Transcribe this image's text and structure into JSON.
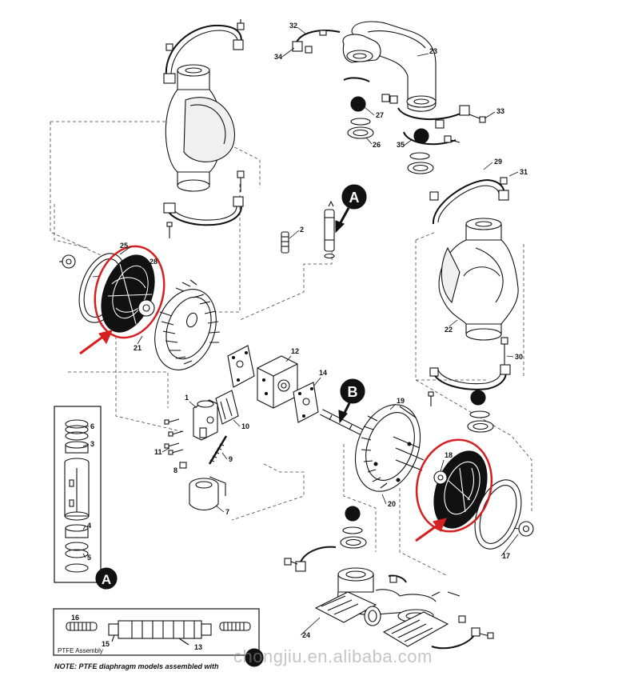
{
  "part_numbers": [
    "1",
    "2",
    "3",
    "4",
    "5",
    "6",
    "7",
    "8",
    "9",
    "10",
    "11",
    "12",
    "13",
    "14",
    "15",
    "16",
    "17",
    "18",
    "19",
    "20",
    "21",
    "22",
    "23",
    "24",
    "25",
    "26",
    "27",
    "28",
    "29",
    "30",
    "31",
    "32",
    "33",
    "34",
    "35"
  ],
  "callouts": {
    "a": "A",
    "b": "B"
  },
  "ptfe_assembly_label": "PTFE Assembly",
  "note_text": "NOTE: PTFE diaphragm models assembled with",
  "watermark": "chongjiu.en.alibaba.com",
  "colors": {
    "line": "#111111",
    "highlight": "#d42020",
    "fill": "#ffffff",
    "shade": "#e8e8e8"
  }
}
